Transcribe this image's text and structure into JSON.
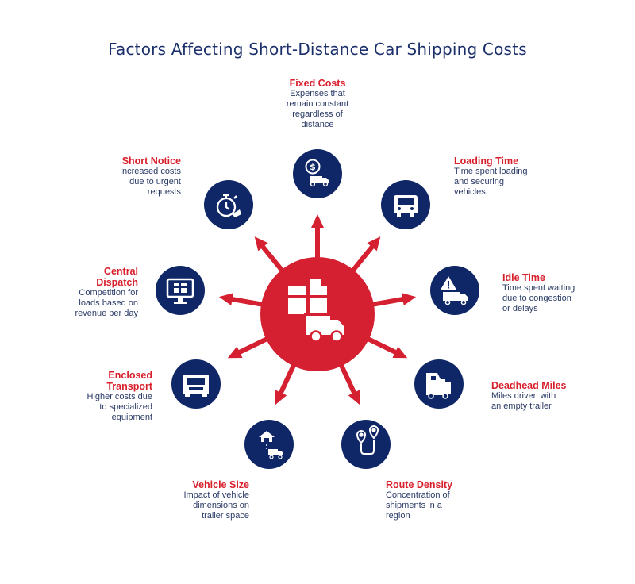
{
  "title": "Factors Affecting Short-Distance Car Shipping Costs",
  "colors": {
    "navy": "#0f2766",
    "red": "#d42030",
    "white": "#ffffff"
  },
  "center_icon": "truck-with-box-icon",
  "factors": [
    {
      "id": "fixed-costs",
      "title": "Fixed Costs",
      "desc": "Expenses that\nremain constant\nregardless of\ndistance",
      "icon": "dollar-truck-icon"
    },
    {
      "id": "loading-time",
      "title": "Loading Time",
      "desc": "Time spent loading\nand securing\nvehicles",
      "icon": "truck-front-icon"
    },
    {
      "id": "idle-time",
      "title": "Idle Time",
      "desc": "Time spent waiting\ndue to congestion\nor delays",
      "icon": "warning-truck-icon"
    },
    {
      "id": "deadhead-miles",
      "title": "Deadhead Miles",
      "desc": "Miles driven with\nan empty trailer",
      "icon": "semi-truck-icon"
    },
    {
      "id": "route-density",
      "title": "Route Density",
      "desc": "Concentration of\nshipments in a\nregion",
      "icon": "route-pin-icon"
    },
    {
      "id": "vehicle-size",
      "title": "Vehicle Size",
      "desc": "Impact of vehicle\ndimensions on\ntrailer space",
      "icon": "warehouse-truck-icon"
    },
    {
      "id": "enclosed-transport",
      "title": "Enclosed\nTransport",
      "desc": "Higher costs due\nto specialized\nequipment",
      "icon": "enclosed-trailer-icon"
    },
    {
      "id": "central-dispatch",
      "title": "Central\nDispatch",
      "desc": "Competition for\nloads based on\nrevenue per day",
      "icon": "dispatch-monitor-icon"
    },
    {
      "id": "short-notice",
      "title": "Short Notice",
      "desc": "Increased costs\ndue to urgent\nrequests",
      "icon": "stopwatch-icon"
    }
  ]
}
